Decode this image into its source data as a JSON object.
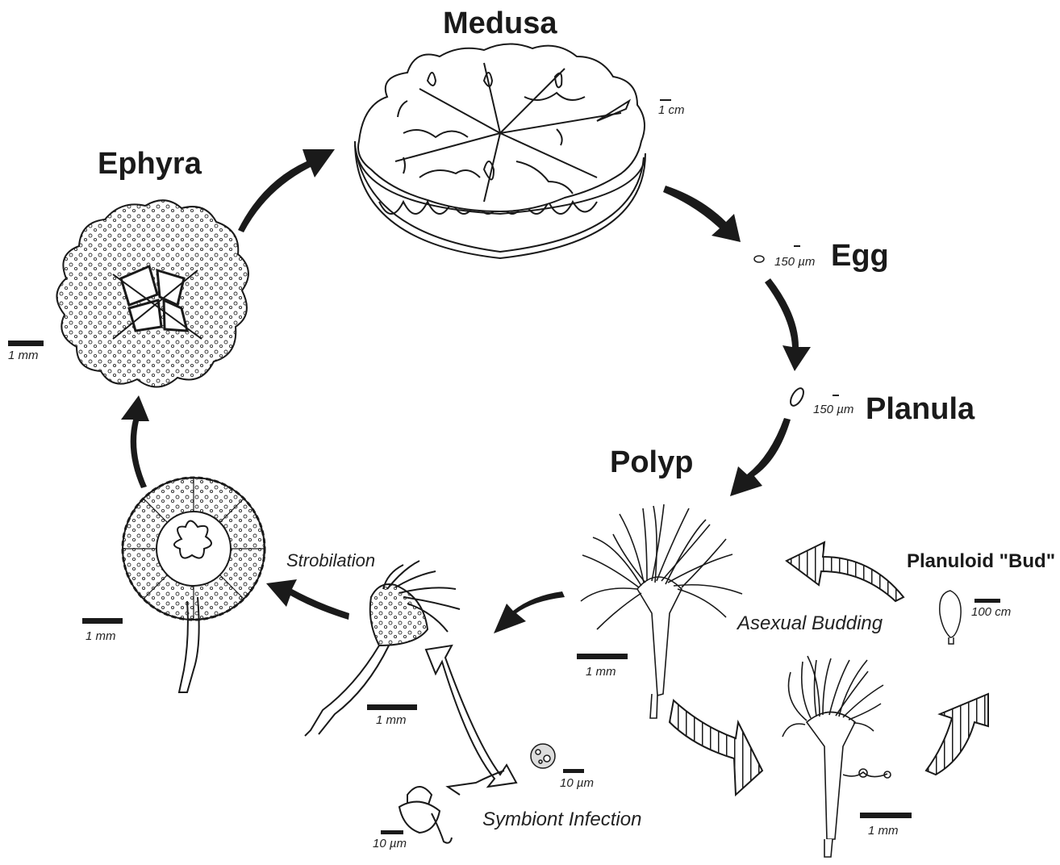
{
  "stages": {
    "medusa": "Medusa",
    "ephyra": "Ephyra",
    "egg": "Egg",
    "planula": "Planula",
    "polyp": "Polyp",
    "planuloid_bud": "Planuloid \"Bud\""
  },
  "processes": {
    "strobilation": "Strobilation",
    "asexual_budding": "Asexual Budding",
    "symbiont_infection": "Symbiont Infection"
  },
  "scale_bars": {
    "medusa": "1 cm",
    "egg": "150 µm",
    "planula": "150 µm",
    "ephyra": "1 mm",
    "strobila": "1 mm",
    "strobilating_polyp": "1 mm",
    "polyp": "1 mm",
    "budding_polyp": "1 mm",
    "bud": "100 cm",
    "symbiont_cell": "10 µm",
    "symbiont_flagellate": "10 µm"
  },
  "colors": {
    "ink": "#1a1a1a",
    "paper": "#ffffff"
  }
}
